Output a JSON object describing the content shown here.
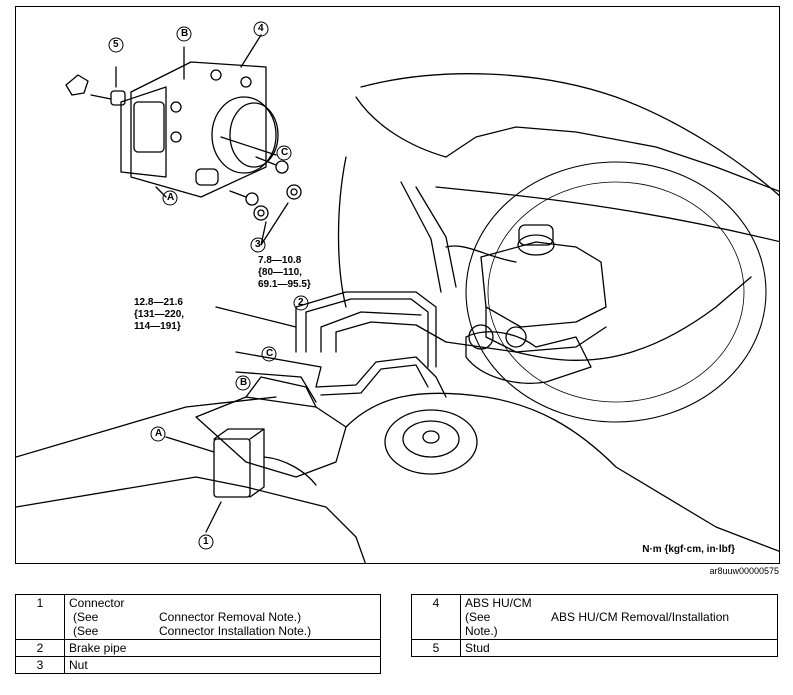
{
  "diagram": {
    "callouts": {
      "c1": "1",
      "c2": "2",
      "c3": "3",
      "c4": "4",
      "c5": "5",
      "cA1": "A",
      "cA2": "A",
      "cB1": "B",
      "cB2": "B",
      "cC1": "C",
      "cC2": "C"
    },
    "torque_nut": "7.8—10.8\n{80—110,\n69.1—95.5}",
    "torque_pipe": "12.8—21.6\n{131—220,\n114—191}",
    "units": "N·m {kgf·cm, in·lbf}",
    "figure_id": "ar8uuw00000575"
  },
  "parts_left": [
    {
      "num": "1",
      "name": "Connector",
      "notes": [
        {
          "see": "(See",
          "ref": "Connector Removal Note.)"
        },
        {
          "see": "(See",
          "ref": "Connector Installation Note.)"
        }
      ]
    },
    {
      "num": "2",
      "name": "Brake pipe"
    },
    {
      "num": "3",
      "name": "Nut"
    }
  ],
  "parts_right": [
    {
      "num": "4",
      "name": "ABS HU/CM",
      "see": "(See",
      "ref": "ABS HU/CM Removal/Installation",
      "ref2": "Note.)"
    },
    {
      "num": "5",
      "name": "Stud"
    }
  ]
}
